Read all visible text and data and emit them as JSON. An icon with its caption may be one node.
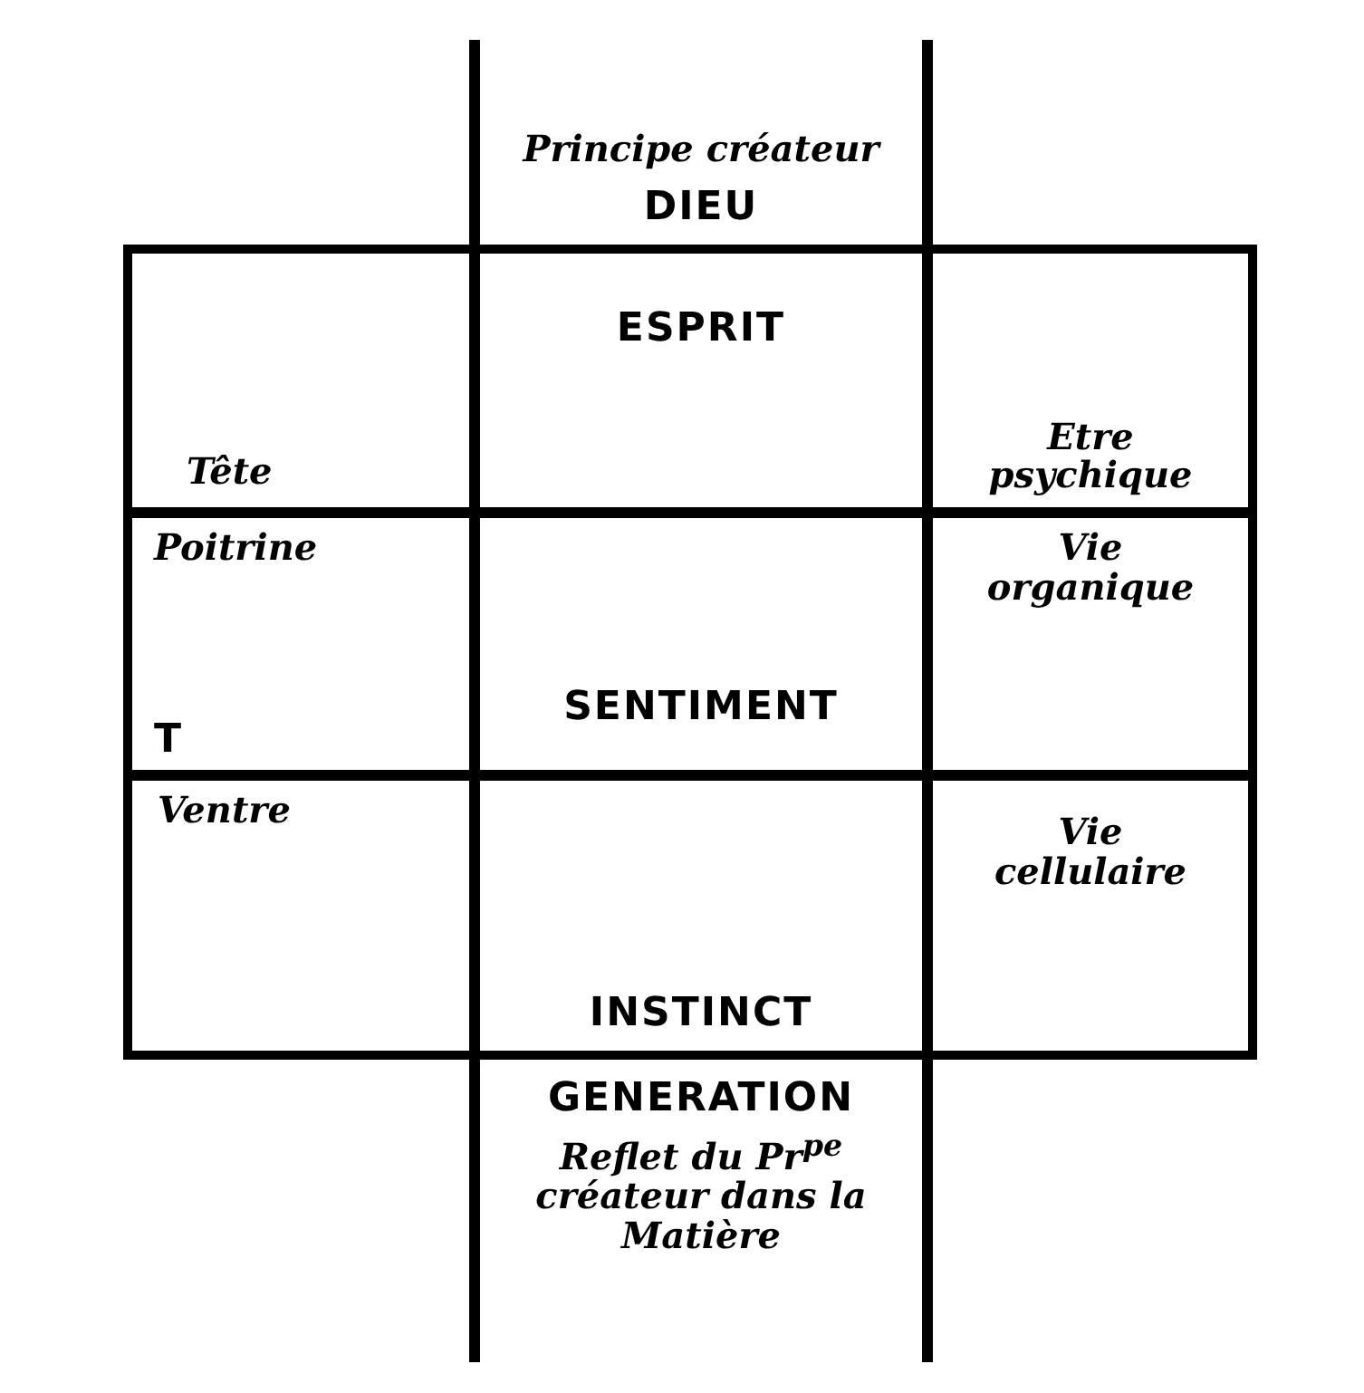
{
  "diagram": {
    "nodes": [
      {
        "text": [
          "Principe créateur",
          "DIEU"
        ]
      },
      {
        "text": [
          "Tête"
        ]
      },
      {
        "text": [
          "ESPRIT"
        ]
      },
      {
        "text": [
          "Etre psychique"
        ]
      },
      {
        "text": [
          "Poitrine",
          "T"
        ]
      },
      {
        "text": [
          "SENTIMENT"
        ]
      },
      {
        "text": [
          "Vie organique"
        ]
      },
      {
        "text": [
          "Ventre"
        ]
      },
      {
        "text": [
          "INSTINCT"
        ]
      },
      {
        "text": [
          "Vie cellulaire"
        ]
      },
      {
        "text": [
          "GENERATION",
          "Reflet du Pr$^{pe}$ créateur dans la Matière"
        ]
      }
    ]
  }
}
